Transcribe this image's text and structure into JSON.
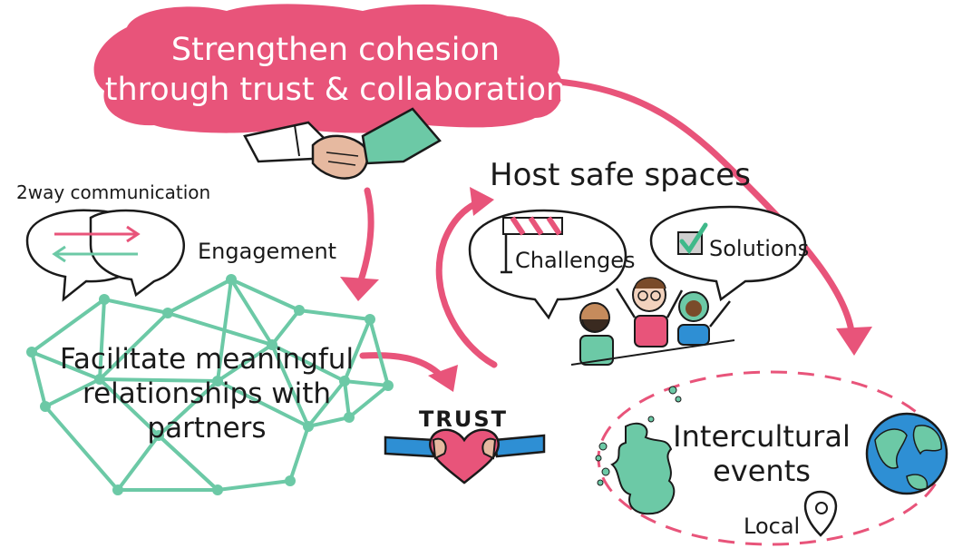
{
  "title": {
    "line1": "Strengthen cohesion",
    "line2": "through trust & collaboration"
  },
  "communication": {
    "label": "2way communication",
    "engagement": "Engagement"
  },
  "network": {
    "line1": "Facilitate meaningful",
    "line2": "relationships with",
    "line3": "partners"
  },
  "trust": {
    "label": "TRUST"
  },
  "safe_spaces": {
    "heading": "Host safe spaces",
    "challenges": "Challenges",
    "solutions": "Solutions"
  },
  "intercultural": {
    "line1": "Intercultural",
    "line2": "events",
    "local": "Local"
  },
  "icons": [
    "handshake-icon",
    "speech-bubbles-icon",
    "network-icon",
    "heart-hands-icon",
    "barrier-icon",
    "checkbox-icon",
    "people-icon",
    "scotland-map-icon",
    "location-pin-icon",
    "globe-icon"
  ],
  "colors": {
    "pink": "#e8547a",
    "green": "#6cc9a6",
    "blue": "#2e8fd4",
    "dark": "#1a1a1a"
  }
}
